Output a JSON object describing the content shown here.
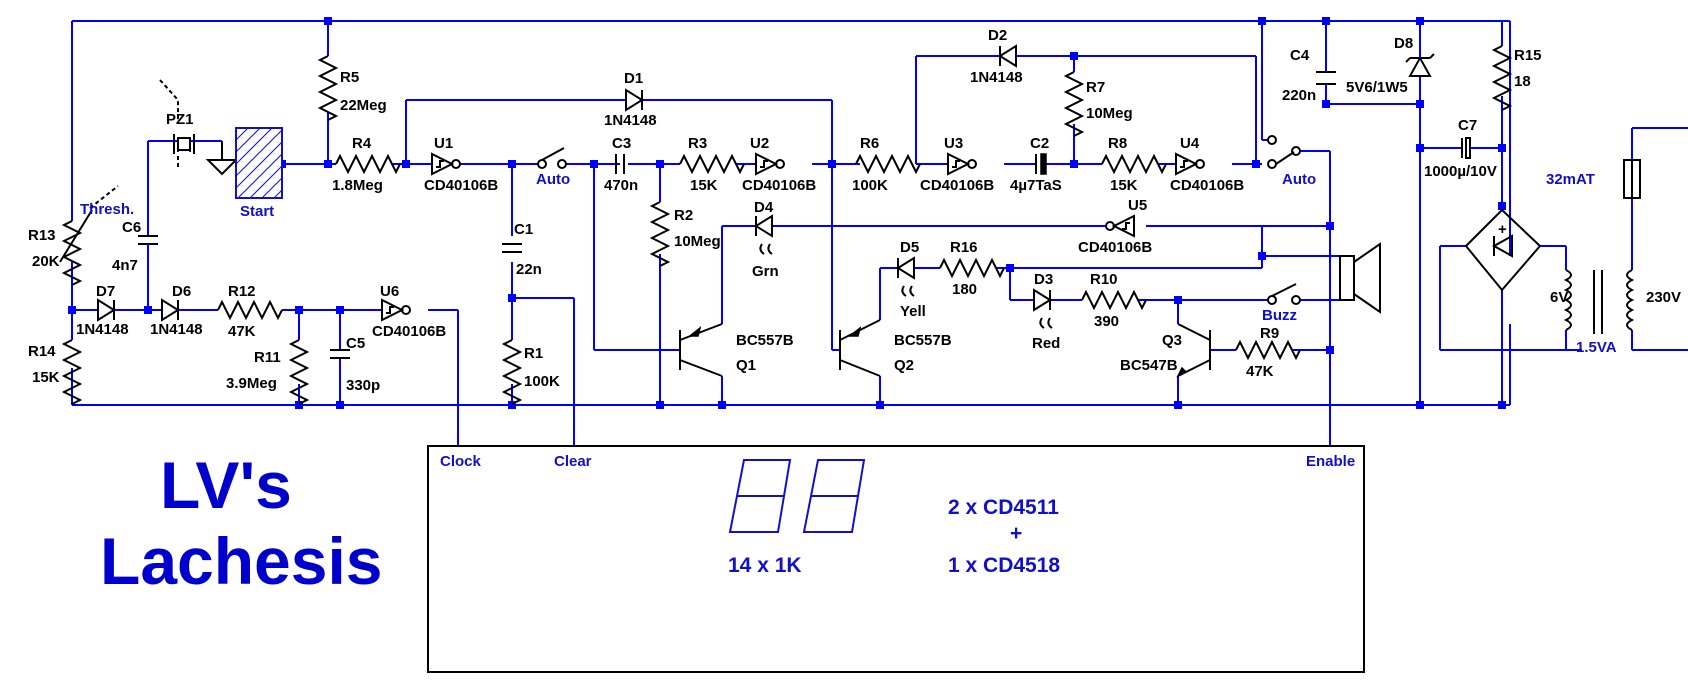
{
  "title": {
    "line1": "LV's",
    "line2": "Lachesis"
  },
  "components": {
    "R1": {
      "ref": "R1",
      "value": "100K"
    },
    "R2": {
      "ref": "R2",
      "value": "10Meg"
    },
    "R3": {
      "ref": "R3",
      "value": "15K"
    },
    "R4": {
      "ref": "R4",
      "value": "1.8Meg"
    },
    "R5": {
      "ref": "R5",
      "value": "22Meg"
    },
    "R6": {
      "ref": "R6",
      "value": "100K"
    },
    "R7": {
      "ref": "R7",
      "value": "10Meg"
    },
    "R8": {
      "ref": "R8",
      "value": "15K"
    },
    "R9": {
      "ref": "R9",
      "value": "47K"
    },
    "R10": {
      "ref": "R10",
      "value": "390"
    },
    "R11": {
      "ref": "R11",
      "value": "3.9Meg"
    },
    "R12": {
      "ref": "R12",
      "value": "47K"
    },
    "R13": {
      "ref": "R13",
      "value": "20K"
    },
    "R14": {
      "ref": "R14",
      "value": "15K"
    },
    "R15": {
      "ref": "R15",
      "value": "18"
    },
    "R16": {
      "ref": "R16",
      "value": "180"
    },
    "C1": {
      "ref": "C1",
      "value": "22n"
    },
    "C2": {
      "ref": "C2",
      "value": "4µ7TaS"
    },
    "C3": {
      "ref": "C3",
      "value": "470n"
    },
    "C4": {
      "ref": "C4",
      "value": "220n"
    },
    "C5": {
      "ref": "C5",
      "value": "330p"
    },
    "C6": {
      "ref": "C6",
      "value": "4n7"
    },
    "C7": {
      "ref": "C7",
      "value": "1000µ/10V"
    },
    "D1": {
      "ref": "D1",
      "value": "1N4148"
    },
    "D2": {
      "ref": "D2",
      "value": "1N4148"
    },
    "D4": {
      "ref": "D4",
      "value": "Grn"
    },
    "D5": {
      "ref": "D5",
      "value": "Yell"
    },
    "D3": {
      "ref": "D3",
      "value": "Red"
    },
    "D6": {
      "ref": "D6",
      "value": "1N4148"
    },
    "D7": {
      "ref": "D7",
      "value": "1N4148"
    },
    "D8": {
      "ref": "D8",
      "value": "5V6/1W5"
    },
    "U1": {
      "ref": "U1",
      "value": "CD40106B"
    },
    "U2": {
      "ref": "U2",
      "value": "CD40106B"
    },
    "U3": {
      "ref": "U3",
      "value": "CD40106B"
    },
    "U4": {
      "ref": "U4",
      "value": "CD40106B"
    },
    "U5": {
      "ref": "U5",
      "value": "CD40106B"
    },
    "U6": {
      "ref": "U6",
      "value": "CD40106B"
    },
    "Q1": {
      "ref": "Q1",
      "value": "BC557B"
    },
    "Q2": {
      "ref": "Q2",
      "value": "BC557B"
    },
    "Q3": {
      "ref": "Q3",
      "value": "BC547B"
    },
    "PZ1": {
      "ref": "PZ1"
    }
  },
  "labels": {
    "start": "Start",
    "thresh": "Thresh.",
    "auto1": "Auto",
    "auto2": "Auto",
    "buzz": "Buzz",
    "fuse": "32mAT",
    "transformer_primary": "230V",
    "transformer_secondary": "6V",
    "transformer_rating": "1.5VA"
  },
  "display_box": {
    "clock": "Clock",
    "clear": "Clear",
    "enable": "Enable",
    "resistors": "14 x 1K",
    "ic_line1": "2 x CD4511",
    "ic_plus": "+",
    "ic_line2": "1 x CD4518"
  }
}
